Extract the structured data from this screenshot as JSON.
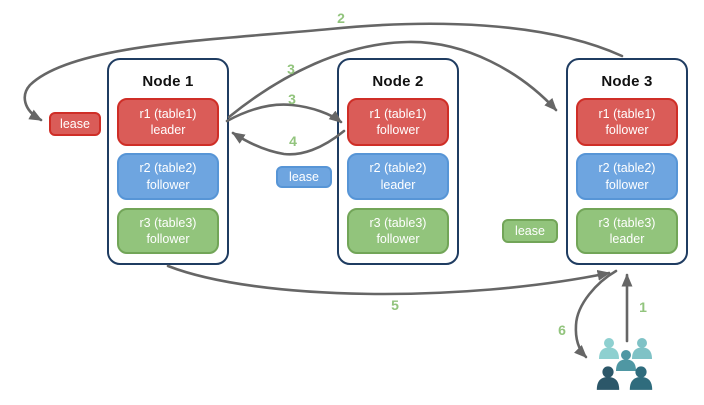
{
  "nodes": [
    {
      "title": "Node 1",
      "ranges": [
        {
          "name": "r1 (table1)",
          "role": "leader",
          "color": "#da5c58"
        },
        {
          "name": "r2 (table2)",
          "role": "follower",
          "color": "#6ea5e0"
        },
        {
          "name": "r3 (table3)",
          "role": "follower",
          "color": "#92c47c"
        }
      ]
    },
    {
      "title": "Node 2",
      "ranges": [
        {
          "name": "r1 (table1)",
          "role": "follower",
          "color": "#da5c58"
        },
        {
          "name": "r2 (table2)",
          "role": "leader",
          "color": "#6ea5e0"
        },
        {
          "name": "r3 (table3)",
          "role": "follower",
          "color": "#92c47c"
        }
      ]
    },
    {
      "title": "Node 3",
      "ranges": [
        {
          "name": "r1 (table1)",
          "role": "follower",
          "color": "#da5c58"
        },
        {
          "name": "r2 (table2)",
          "role": "follower",
          "color": "#6ea5e0"
        },
        {
          "name": "r3 (table3)",
          "role": "leader",
          "color": "#92c47c"
        }
      ]
    }
  ],
  "leases": [
    {
      "label": "lease",
      "color": "#da5c58"
    },
    {
      "label": "lease",
      "color": "#6ea5e0"
    },
    {
      "label": "lease",
      "color": "#92c47c"
    }
  ],
  "steps": [
    {
      "label": "2"
    },
    {
      "label": "3"
    },
    {
      "label": "3"
    },
    {
      "label": "4"
    },
    {
      "label": "5"
    },
    {
      "label": "1"
    },
    {
      "label": "6"
    }
  ],
  "colors": {
    "arrow": "#666666",
    "step_label": "#92c47d",
    "node_border": "#1f3c61",
    "red_fill": "#da5c58",
    "red_border": "#cf2e27",
    "blue_fill": "#6ea5e0",
    "blue_border": "#5795d6",
    "green_fill": "#92c47c",
    "green_border": "#72a558"
  },
  "users_icon": {
    "colors": [
      "#8ed0d0",
      "#7fc2c6",
      "#4f97a3",
      "#2c5769",
      "#2f6c7d"
    ]
  }
}
